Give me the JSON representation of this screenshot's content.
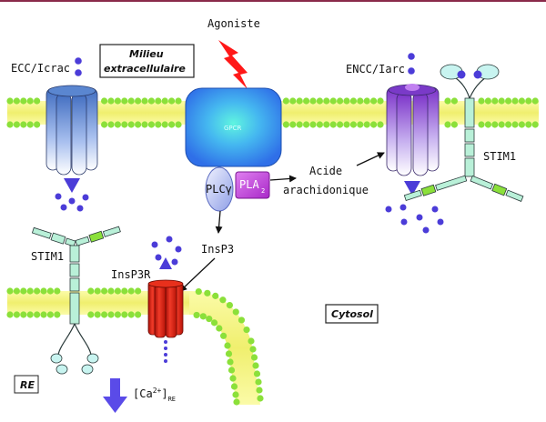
{
  "labels": {
    "agoniste": "Agoniste",
    "milieu_line1": "Milieu",
    "milieu_line2": "extracellulaire",
    "ecc": "ECC/Icrac",
    "encc": "ENCC/Iarc",
    "gpcr": "GPCR",
    "plc": "PLCγ",
    "pla": "PLA",
    "pla_sub": "2",
    "acide_line1": "Acide",
    "acide_line2": "arachidonique",
    "stim1_right": "STIM1",
    "stim1_left": "STIM1",
    "insp3": "InsP3",
    "insp3r": "InsP3R",
    "cytosol": "Cytosol",
    "re": "RE",
    "ca_main": "[Ca",
    "ca_sup": "2+",
    "ca_close": "]",
    "ca_sub": "RE"
  },
  "colors": {
    "membrane_band": "#f5f48a",
    "lipid_head": "#8be03a",
    "channel_blue": "#4b79c8",
    "channel_purple": "#8a3fd0",
    "gpcr": "#3d8cf0",
    "gpcr_core": "#59f0dc",
    "plc": "#b8c2f0",
    "pla2": "#c64ad8",
    "insp3r": "#e02418",
    "ion": "#4b3cd8",
    "stim": "#b9f0d8",
    "stim_green": "#8be03a",
    "lightning": "#ff1818",
    "big_arrow": "#5a4be8",
    "top_border": "#8a2a4a"
  }
}
